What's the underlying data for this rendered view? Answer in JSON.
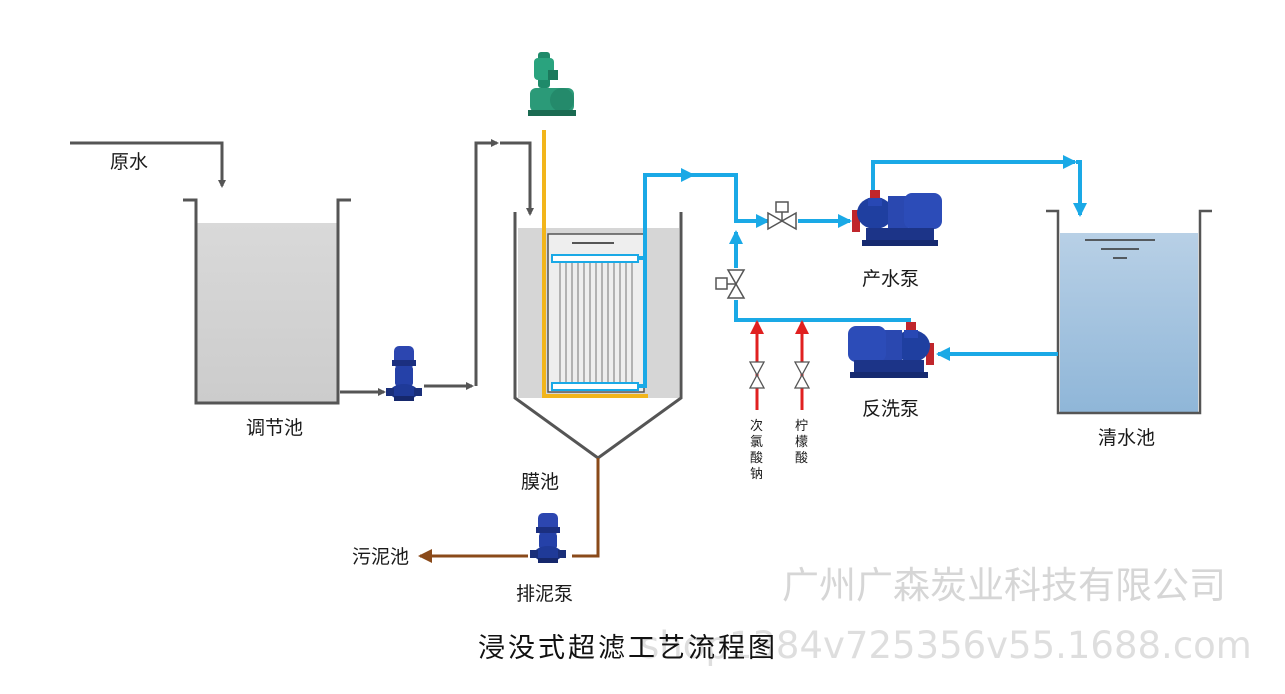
{
  "labels": {
    "raw_water": "原水",
    "equalization_tank": "调节池",
    "membrane_tank": "膜池",
    "sludge_tank": "污泥池",
    "sludge_pump": "排泥泵",
    "product_pump": "产水泵",
    "backwash_pump": "反洗泵",
    "clear_water_tank": "清水池",
    "sodium_hypochlorite": [
      "次",
      "氯",
      "酸",
      "钠"
    ],
    "citric_acid": [
      "柠",
      "檬",
      "酸"
    ]
  },
  "title": "浸没式超滤工艺流程图",
  "watermark": {
    "company": "广州广森炭业科技有限公司",
    "url": "shop1384v725356v55.1688.com"
  },
  "colors": {
    "process_line": "#555555",
    "membrane_air": "#f2b51b",
    "clean_water": "#1aa9e6",
    "sludge": "#8a4a1a",
    "chemical": "#e02020",
    "tank_water": "#d3d3d3",
    "clear_water": "#9ec0dc",
    "pump_body": "#1f3fa0"
  }
}
